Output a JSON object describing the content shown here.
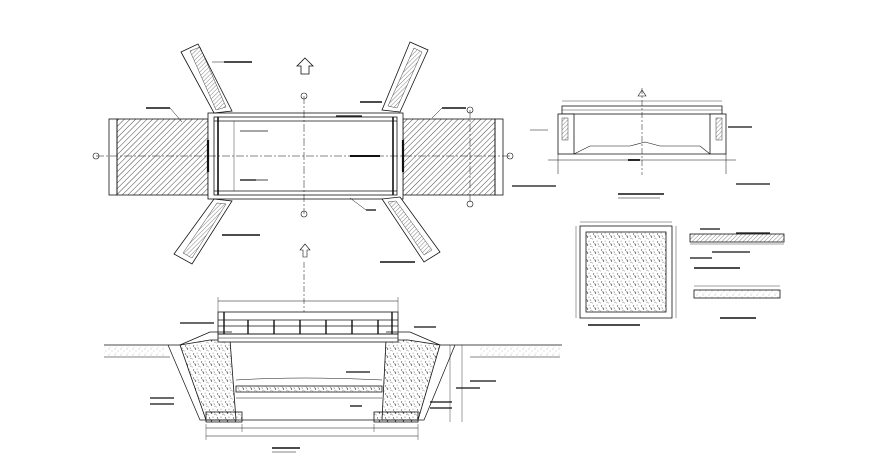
{
  "drawing": {
    "title": "",
    "views": [
      {
        "id": "plan",
        "caption": ""
      },
      {
        "id": "cross-section",
        "caption": ""
      },
      {
        "id": "longitudinal-section",
        "caption": ""
      },
      {
        "id": "slab-detail",
        "caption": ""
      },
      {
        "id": "slab-section-detail",
        "caption": ""
      }
    ],
    "labels": []
  },
  "colors": {
    "line": "#111111",
    "hatch": "#333333",
    "gravel": "#444444",
    "paper": "#ffffff"
  },
  "icons": {
    "north_arrow": "north-arrow-icon",
    "grid_marker": "grid-marker-icon"
  }
}
